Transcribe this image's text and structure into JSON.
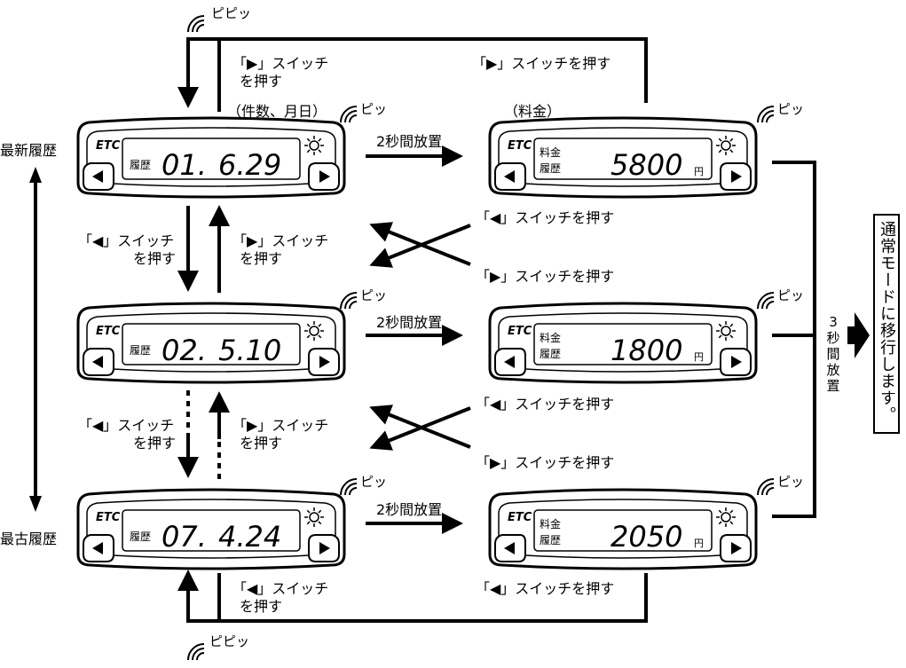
{
  "devices": [
    {
      "id": "hist1",
      "mode": "history",
      "history_label": "履歴",
      "number": "01.",
      "date": "6.29"
    },
    {
      "id": "hist2",
      "mode": "history",
      "history_label": "履歴",
      "number": "02.",
      "date": "5.10"
    },
    {
      "id": "hist3",
      "mode": "history",
      "history_label": "履歴",
      "number": "07.",
      "date": "4.24"
    },
    {
      "id": "fee1",
      "mode": "fee",
      "fee_label": "料金",
      "history_label": "履歴",
      "amount": "5800",
      "unit": "円"
    },
    {
      "id": "fee2",
      "mode": "fee",
      "fee_label": "料金",
      "history_label": "履歴",
      "amount": "1800",
      "unit": "円"
    },
    {
      "id": "fee3",
      "mode": "fee",
      "fee_label": "料金",
      "history_label": "履歴",
      "amount": "2050",
      "unit": "円"
    }
  ],
  "device_logo": "ETC",
  "labels": {
    "top_left_switch_1": "「▶」スイッチ",
    "top_left_switch_2": "を押す",
    "top_right_switch": "「▶」スイッチを押す",
    "count_date": "（件数、月日）",
    "fee_caption": "（料金）",
    "newest": "最新履歴",
    "oldest": "最古履歴",
    "wait_2s": "2秒間放置",
    "left_switch_1": "「◀」スイッチ",
    "left_switch_2": "を押す",
    "right_switch_1": "「▶」スイッチ",
    "right_switch_2": "を押す",
    "cross_left_switch": "「◀」スイッチを押す",
    "cross_right_switch": "「▶」スイッチを押す",
    "wait_3s": "3秒間放置",
    "normal_mode": "通常モードに移行します。",
    "bottom_left_switch_1": "「◀」スイッチ",
    "bottom_left_switch_2": "を押す",
    "bottom_right_switch": "「◀」スイッチを押す"
  },
  "sounds": {
    "pipi": "ピピッ",
    "pi": "ピッ"
  }
}
